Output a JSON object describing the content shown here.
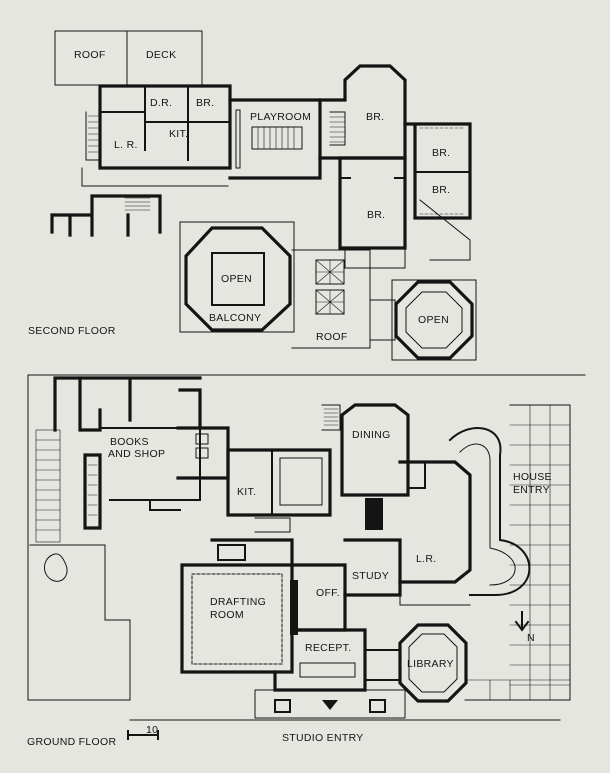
{
  "second_floor": {
    "title": "SECOND FLOOR",
    "rooms": {
      "roof_top": "ROOF",
      "deck": "DECK",
      "dr": "D.R.",
      "br_a": "BR.",
      "lr": "L. R.",
      "kit": "KIT.",
      "playroom": "PLAYROOM",
      "br_b": "BR.",
      "br_c": "BR.",
      "br_d": "BR.",
      "br_e": "BR.",
      "open_balcony": "OPEN",
      "balcony": "BALCONY",
      "roof_bottom": "ROOF",
      "open_octagon": "OPEN"
    }
  },
  "ground_floor": {
    "title": "GROUND FLOOR",
    "scale_label": "10",
    "entry_label": "STUDIO ENTRY",
    "rooms": {
      "books_line1": "BOOKS",
      "books_line2": "AND SHOP",
      "dining": "DINING",
      "kit": "KIT.",
      "house_entry_line1": "HOUSE",
      "house_entry_line2": "ENTRY",
      "lr": "L.R.",
      "study": "STUDY",
      "drafting_line1": "DRAFTING",
      "drafting_line2": "ROOM",
      "off": "OFF.",
      "recept": "RECEPT.",
      "library": "LIBRARY",
      "north": "N"
    }
  }
}
